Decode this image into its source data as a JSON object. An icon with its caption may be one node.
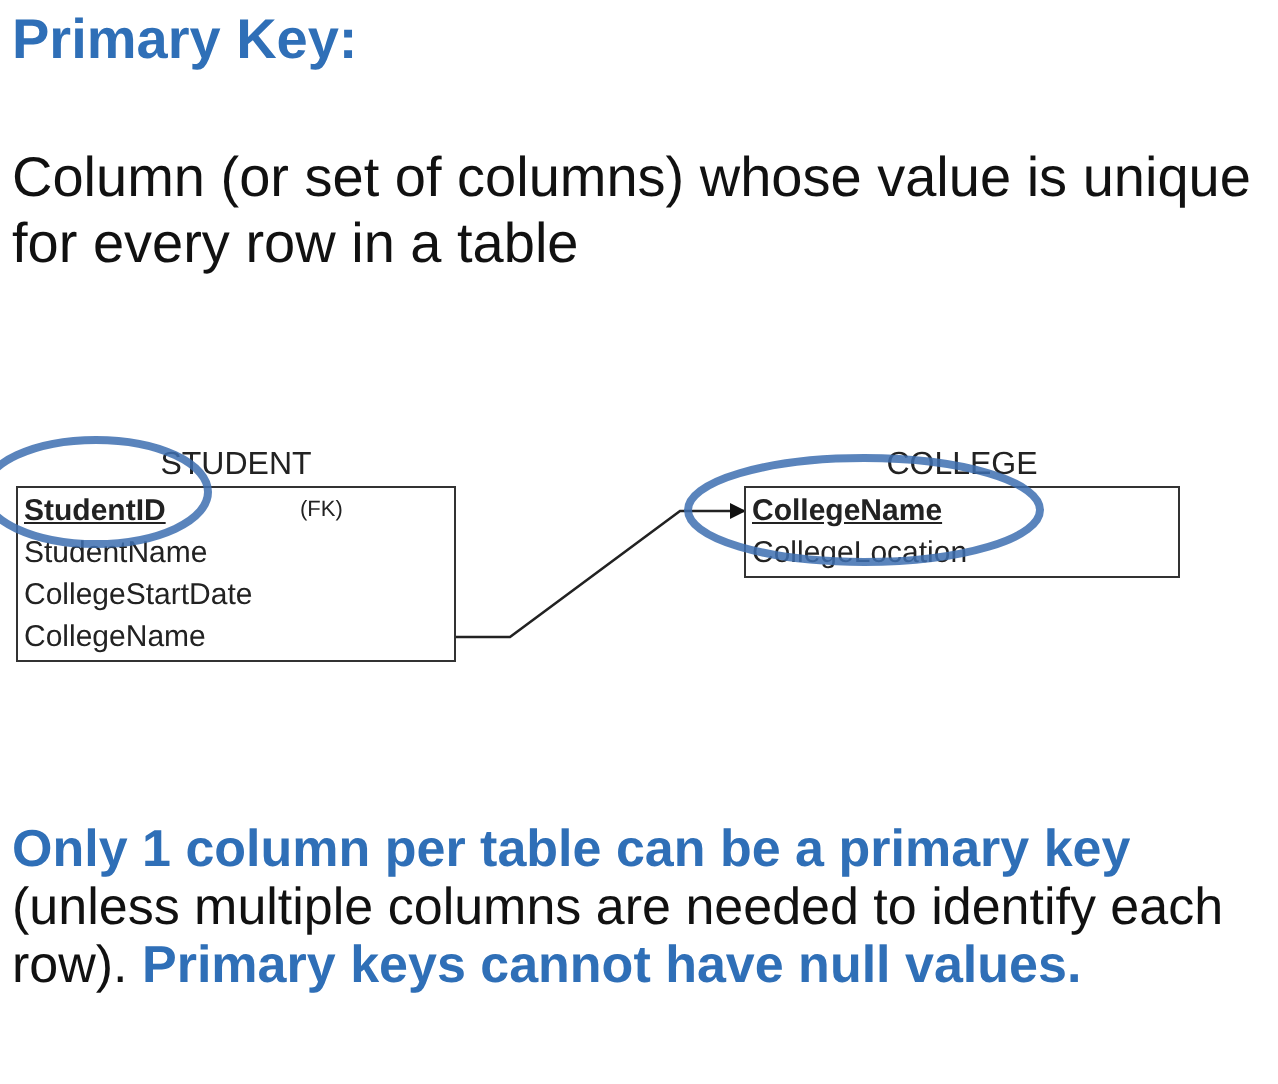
{
  "diagram": {
    "title": "Primary Key:",
    "nodes": [
      {
        "text": [
          "STUDENT",
          "StudentID",
          "StudentName",
          "CollegeStartDate",
          "CollegeName",
          "(FK)"
        ]
      },
      {
        "text": [
          "COLLEGE",
          "CollegeName",
          "CollegeLocation"
        ]
      }
    ],
    "edges": [
      {
        "from": 0,
        "to": 1,
        "arrow": "to"
      }
    ],
    "labels": [
      "Column (or set of columns) whose value is unique for every row in a table",
      "**Only 1 column per table can be a primary key** (unless multiple columns are needed to identify each row). **Primary keys cannot have null values.**"
    ]
  }
}
